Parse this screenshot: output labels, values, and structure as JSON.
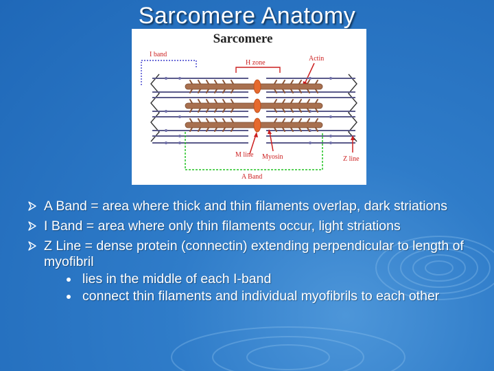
{
  "slide": {
    "title": "Sarcomere Anatomy"
  },
  "figure": {
    "heading": "Sarcomere",
    "labels": {
      "i_band": "I band",
      "h_zone": "H zone",
      "actin": "Actin",
      "m_line": "M line",
      "myosin": "Myosin",
      "z_line": "Z line",
      "a_band": "A Band"
    },
    "colors": {
      "label_red": "#cc1f1f",
      "i_band_blue": "#3d3dcc",
      "a_band_green": "#22c422",
      "thick_filament": "#a8704f",
      "thin_filament": "#5a5a8a",
      "m_line": "#e66a2e"
    }
  },
  "bullets": [
    {
      "text": "A Band = area where thick and thin filaments overlap, dark striations",
      "icon": "arrow-bullet-icon"
    },
    {
      "text": "I Band = area where only thin filaments occur, light striations",
      "icon": "arrow-bullet-icon"
    },
    {
      "text": "Z Line = dense protein (connectin) extending perpendicular to length of myofibril",
      "icon": "arrow-bullet-icon",
      "subitems": [
        {
          "text": "lies in the middle of each I-band",
          "icon": "dot-bullet-icon"
        },
        {
          "text": "connect thin filaments and individual myofibrils to each other",
          "icon": "dot-bullet-icon"
        }
      ]
    }
  ]
}
